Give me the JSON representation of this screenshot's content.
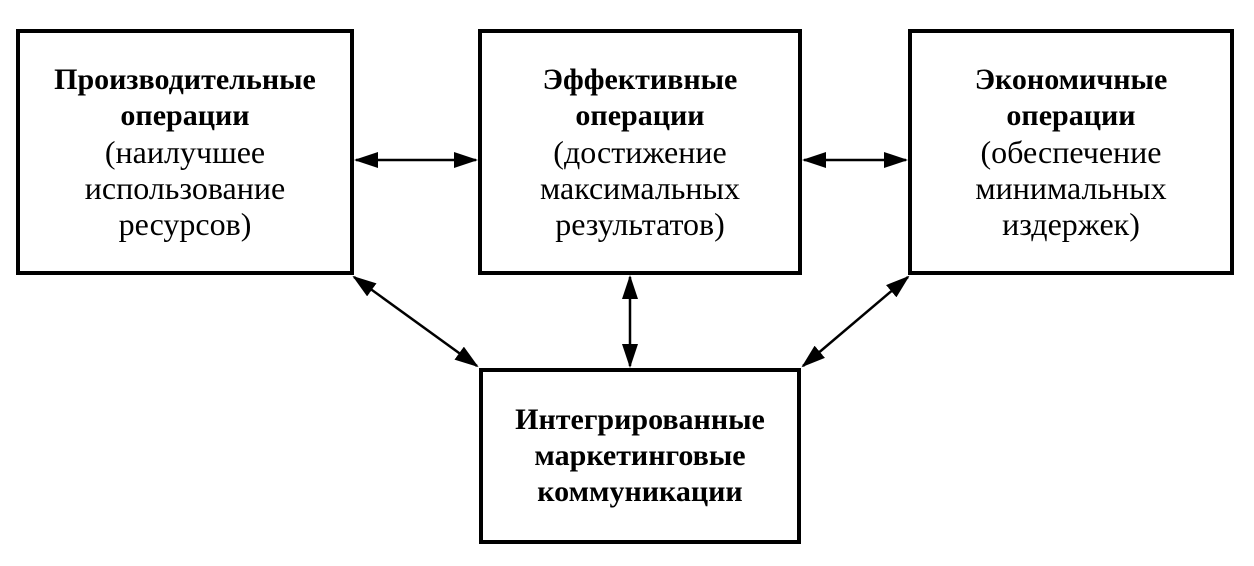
{
  "diagram": {
    "nodes": {
      "productive": {
        "title_lines": [
          "Производительные",
          "операции"
        ],
        "desc_lines": [
          "(наилучшее",
          "использование",
          "ресурсов)"
        ]
      },
      "effective": {
        "title_lines": [
          "Эффективные",
          "операции"
        ],
        "desc_lines": [
          "(достижение",
          "максимальных",
          "результатов)"
        ]
      },
      "economical": {
        "title_lines": [
          "Экономичные",
          "операции"
        ],
        "desc_lines": [
          "(обеспечение",
          "минимальных",
          "издержек)"
        ]
      },
      "imc": {
        "title_lines": [
          "Интегрированные",
          "маркетинговые",
          "коммуникации"
        ],
        "desc_lines": []
      }
    },
    "edges": [
      {
        "from": "productive",
        "to": "effective",
        "direction": "both"
      },
      {
        "from": "effective",
        "to": "economical",
        "direction": "both"
      },
      {
        "from": "productive",
        "to": "imc",
        "direction": "both"
      },
      {
        "from": "effective",
        "to": "imc",
        "direction": "both"
      },
      {
        "from": "economical",
        "to": "imc",
        "direction": "both"
      }
    ]
  }
}
